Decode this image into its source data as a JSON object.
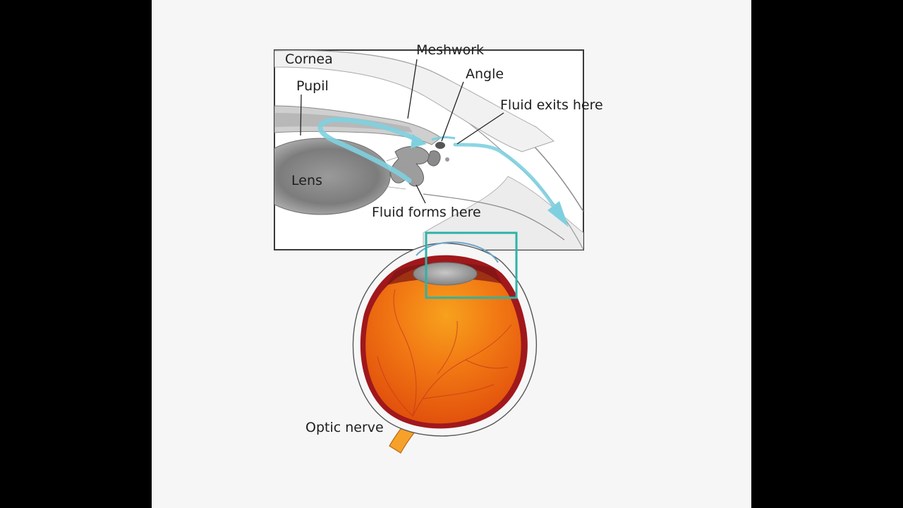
{
  "labels": {
    "cornea": "Cornea",
    "pupil": "Pupil",
    "lens": "Lens",
    "meshwork": "Meshwork",
    "angle": "Angle",
    "fluid_exits": "Fluid exits here",
    "fluid_forms": "Fluid forms here",
    "optic_nerve": "Optic nerve"
  },
  "colors": {
    "background": "#000000",
    "panel": "#f6f6f6",
    "fluid_arrow": "#7fd0df",
    "highlight_box": "#2bb3a8",
    "retina_orange": "#f07a10",
    "choroid_red": "#a0181c",
    "lens_gray": "#8a8a8a"
  }
}
